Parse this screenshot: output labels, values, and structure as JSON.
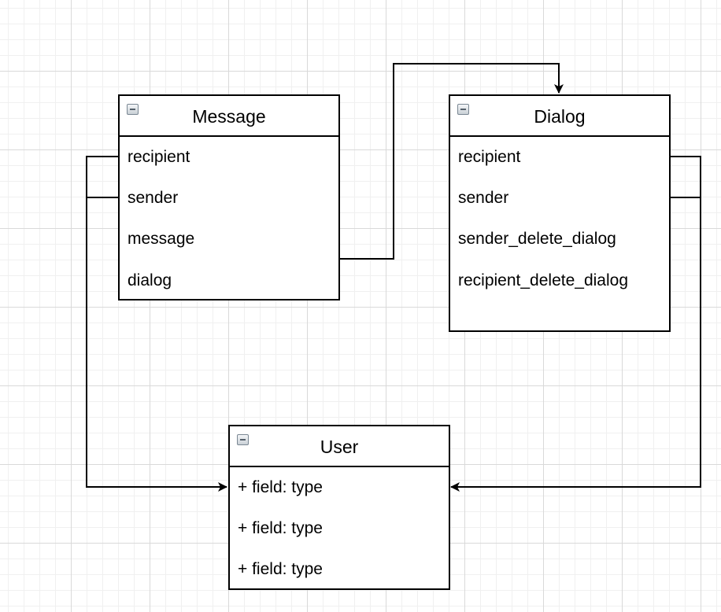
{
  "classes": {
    "message": {
      "title": "Message",
      "fields": [
        "recipient",
        "sender",
        "message",
        "dialog"
      ]
    },
    "dialog": {
      "title": "Dialog",
      "fields": [
        "recipient",
        "sender",
        "sender_delete_dialog",
        "recipient_delete_dialog"
      ]
    },
    "user": {
      "title": "User",
      "fields": [
        "+ field: type",
        "+ field: type",
        "+ field: type"
      ]
    }
  },
  "connectors": [
    {
      "from": "message.dialog",
      "to": "dialog",
      "arrow": "end"
    },
    {
      "from": "message.recipient",
      "to": "user",
      "arrow": "end"
    },
    {
      "from": "message.sender",
      "to": "user",
      "arrow": "none"
    },
    {
      "from": "dialog.recipient",
      "to": "user",
      "arrow": "end"
    },
    {
      "from": "dialog.sender",
      "to": "user",
      "arrow": "none"
    }
  ],
  "colors": {
    "line": "#000000",
    "grid": "#d9d9d9",
    "box_fill": "#ffffff"
  }
}
